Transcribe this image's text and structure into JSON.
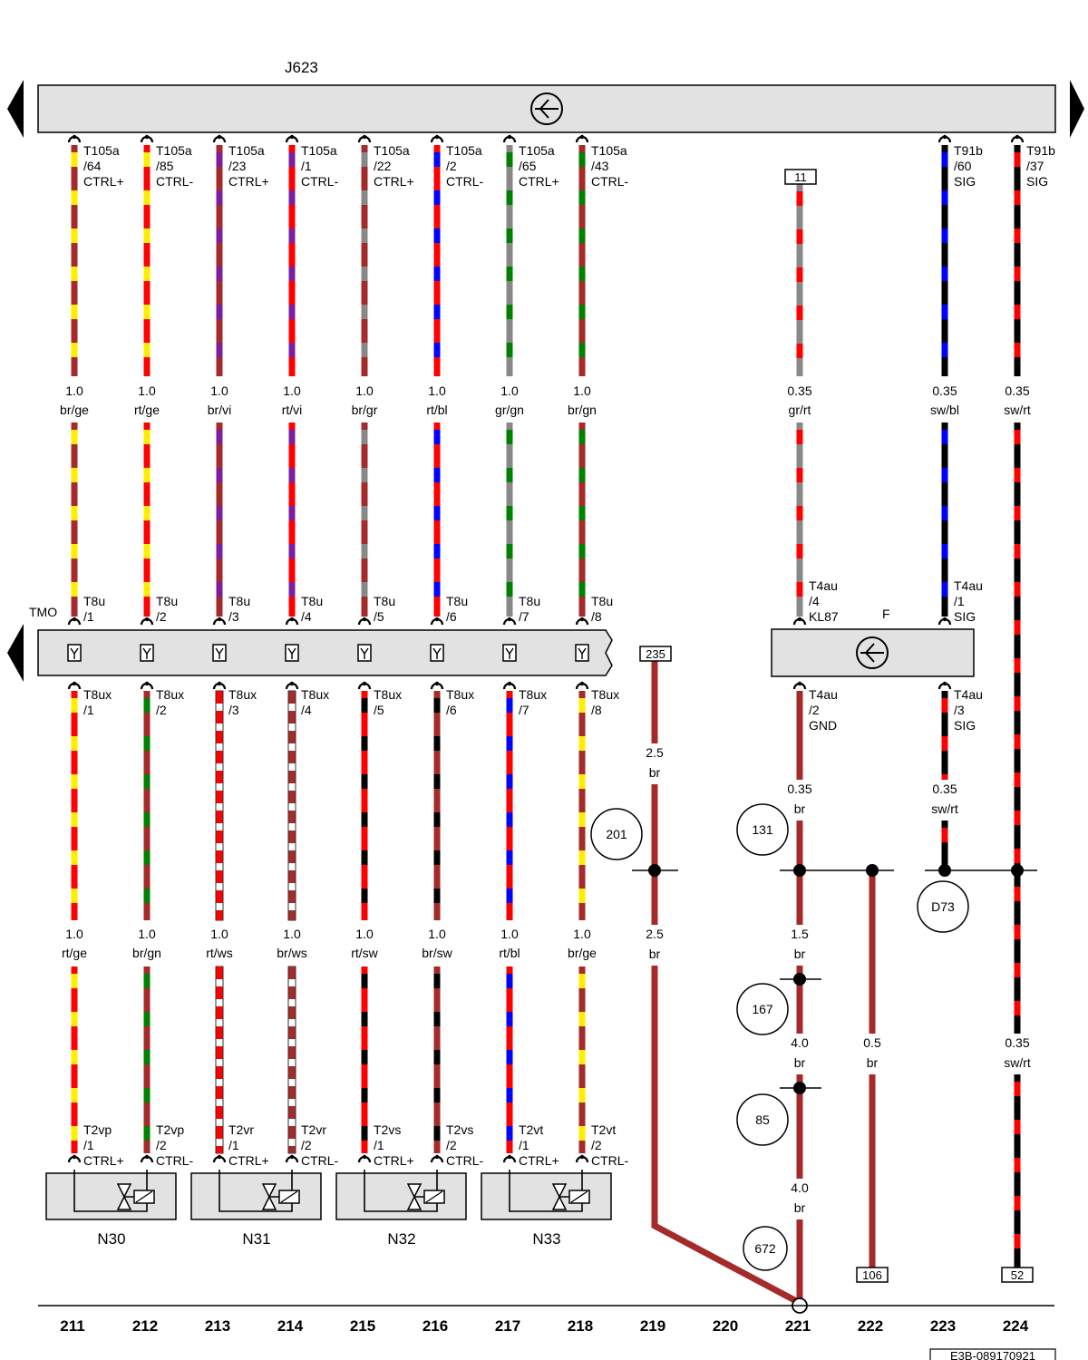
{
  "colors": {
    "br": "#a52a2a",
    "ge": "#ffee00",
    "rt": "#ff0000",
    "vi": "#7b1fa2",
    "gr": "#888888",
    "bl": "#0000ff",
    "gn": "#008000",
    "ws": "#ffffff",
    "sw": "#000000",
    "panel": "#e2e2e2"
  },
  "components": {
    "j623": "J623",
    "tmo": "TMO",
    "f": "F",
    "n30": "N30",
    "n31": "N31",
    "n32": "N32",
    "n33": "N33",
    "d73": "D73"
  },
  "track_numbers": [
    "211",
    "212",
    "213",
    "214",
    "215",
    "216",
    "217",
    "218",
    "219",
    "220",
    "221",
    "222",
    "223",
    "224"
  ],
  "diagram_code": "E3B-089170921",
  "refs": {
    "r11": "11",
    "r235": "235",
    "r106": "106",
    "r52": "52"
  },
  "circle_refs": {
    "c201": "201",
    "c131": "131",
    "c167": "167",
    "c85": "85",
    "c672": "672",
    "cd73": "D73"
  },
  "ecu_pins": [
    {
      "l1": "T105a",
      "l2": "/64",
      "l3": "CTRL+"
    },
    {
      "l1": "T105a",
      "l2": "/85",
      "l3": "CTRL-"
    },
    {
      "l1": "T105a",
      "l2": "/23",
      "l3": "CTRL+"
    },
    {
      "l1": "T105a",
      "l2": "/1",
      "l3": "CTRL-"
    },
    {
      "l1": "T105a",
      "l2": "/22",
      "l3": "CTRL+"
    },
    {
      "l1": "T105a",
      "l2": "/2",
      "l3": "CTRL-"
    },
    {
      "l1": "T105a",
      "l2": "/65",
      "l3": "CTRL+"
    },
    {
      "l1": "T105a",
      "l2": "/43",
      "l3": "CTRL-"
    },
    {
      "l1": "T91b",
      "l2": "/60",
      "l3": "SIG"
    },
    {
      "l1": "T91b",
      "l2": "/37",
      "l3": "SIG"
    }
  ],
  "upper_wire_labels": [
    {
      "size": "1.0",
      "color": "br/ge"
    },
    {
      "size": "1.0",
      "color": "rt/ge"
    },
    {
      "size": "1.0",
      "color": "br/vi"
    },
    {
      "size": "1.0",
      "color": "rt/vi"
    },
    {
      "size": "1.0",
      "color": "br/gr"
    },
    {
      "size": "1.0",
      "color": "rt/bl"
    },
    {
      "size": "1.0",
      "color": "gr/gn"
    },
    {
      "size": "1.0",
      "color": "br/gn"
    },
    {
      "size": "0.35",
      "color": "gr/rt"
    },
    {
      "size": "0.35",
      "color": "sw/bl"
    },
    {
      "size": "0.35",
      "color": "sw/rt"
    }
  ],
  "tmo_top_pins": [
    {
      "l1": "T8u",
      "l2": "/1"
    },
    {
      "l1": "T8u",
      "l2": "/2"
    },
    {
      "l1": "T8u",
      "l2": "/3"
    },
    {
      "l1": "T8u",
      "l2": "/4"
    },
    {
      "l1": "T8u",
      "l2": "/5"
    },
    {
      "l1": "T8u",
      "l2": "/6"
    },
    {
      "l1": "T8u",
      "l2": "/7"
    },
    {
      "l1": "T8u",
      "l2": "/8"
    }
  ],
  "tmo_bottom_pins": [
    {
      "l1": "T8ux",
      "l2": "/1"
    },
    {
      "l1": "T8ux",
      "l2": "/2"
    },
    {
      "l1": "T8ux",
      "l2": "/3"
    },
    {
      "l1": "T8ux",
      "l2": "/4"
    },
    {
      "l1": "T8ux",
      "l2": "/5"
    },
    {
      "l1": "T8ux",
      "l2": "/6"
    },
    {
      "l1": "T8ux",
      "l2": "/7"
    },
    {
      "l1": "T8ux",
      "l2": "/8"
    }
  ],
  "f_pins": [
    {
      "l1": "T4au",
      "l2": "/4",
      "l3": "KL87"
    },
    {
      "l1": "T4au",
      "l2": "/1",
      "l3": "SIG"
    },
    {
      "l1": "T4au",
      "l2": "/2",
      "l3": "GND"
    },
    {
      "l1": "T4au",
      "l2": "/3",
      "l3": "SIG"
    }
  ],
  "lower_wire_labels": [
    {
      "size": "1.0",
      "color": "rt/ge"
    },
    {
      "size": "1.0",
      "color": "br/gn"
    },
    {
      "size": "1.0",
      "color": "rt/ws"
    },
    {
      "size": "1.0",
      "color": "br/ws"
    },
    {
      "size": "1.0",
      "color": "rt/sw"
    },
    {
      "size": "1.0",
      "color": "br/sw"
    },
    {
      "size": "1.0",
      "color": "rt/bl"
    },
    {
      "size": "1.0",
      "color": "br/ge"
    }
  ],
  "valve_pins": [
    {
      "l1": "T2vp",
      "l2": "/1",
      "l3": "CTRL+"
    },
    {
      "l1": "T2vp",
      "l2": "/2",
      "l3": "CTRL-"
    },
    {
      "l1": "T2vr",
      "l2": "/1",
      "l3": "CTRL+"
    },
    {
      "l1": "T2vr",
      "l2": "/2",
      "l3": "CTRL-"
    },
    {
      "l1": "T2vs",
      "l2": "/1",
      "l3": "CTRL+"
    },
    {
      "l1": "T2vs",
      "l2": "/2",
      "l3": "CTRL-"
    },
    {
      "l1": "T2vt",
      "l2": "/1",
      "l3": "CTRL+"
    },
    {
      "l1": "T2vt",
      "l2": "/2",
      "l3": "CTRL-"
    }
  ],
  "ground_labels": {
    "w219a": {
      "size": "2.5",
      "color": "br"
    },
    "w219b": {
      "size": "2.5",
      "color": "br"
    },
    "w221a": {
      "size": "0.35",
      "color": "br"
    },
    "w221b": {
      "size": "1.5",
      "color": "br"
    },
    "w221c": {
      "size": "4.0",
      "color": "br"
    },
    "w221d": {
      "size": "4.0",
      "color": "br"
    },
    "w222": {
      "size": "0.5",
      "color": "br"
    },
    "w223": {
      "size": "0.35",
      "color": "sw/rt"
    },
    "w224": {
      "size": "0.35",
      "color": "sw/rt"
    }
  }
}
